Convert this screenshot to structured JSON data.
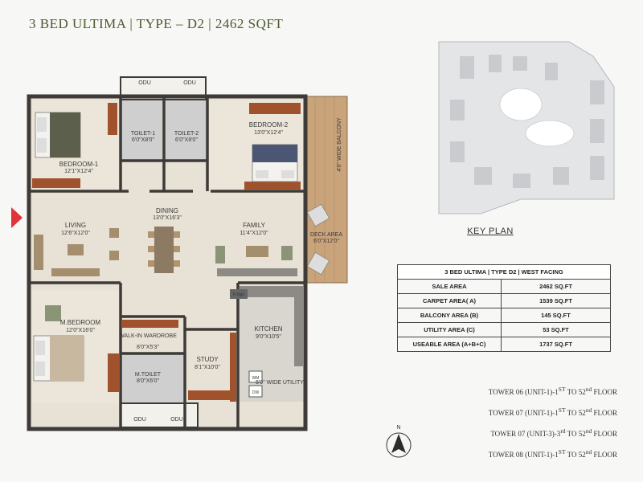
{
  "title": "3 BED ULTIMA | TYPE – D2 | 2462 SQFT",
  "rooms": {
    "bedroom1": {
      "name": "BEDROOM-1",
      "size": "12'1\"X12'4\""
    },
    "toilet1": {
      "name": "TOILET-1",
      "size": "6'0\"X8'0\""
    },
    "toilet2": {
      "name": "TOILET-2",
      "size": "6'0\"X8'0\""
    },
    "bedroom2": {
      "name": "BEDROOM-2",
      "size": "13'0\"X12'4\""
    },
    "balcony": "4'0\" WIDE BALCONY",
    "dining": {
      "name": "DINING",
      "size": "13'0\"X16'3\""
    },
    "living": {
      "name": "LIVING",
      "size": "12'6\"X12'0\""
    },
    "family": {
      "name": "FAMILY",
      "size": "11'4\"X12'0\""
    },
    "deck": {
      "name": "DECK AREA",
      "size": "6'0\"X12'0\""
    },
    "mbedroom": {
      "name": "M.BEDROOM",
      "size": "12'0\"X16'0\""
    },
    "wardrobe": {
      "name": "WALK-IN WARDROBE",
      "size": "8'0\"X5'3\""
    },
    "mtoilet": {
      "name": "M.TOILET",
      "size": "8'0\"X6'0\""
    },
    "study": {
      "name": "STUDY",
      "size": "8'1\"X10'0\""
    },
    "kitchen": {
      "name": "KITCHEN",
      "size": "9'0\"X10'5\""
    },
    "utility": {
      "name": "5'0\" WIDE UTILITY"
    },
    "odu": "ODU",
    "fridge": "Fridge",
    "wm": "WM",
    "dw": "DW"
  },
  "key_plan_title": "KEY PLAN",
  "area_table": {
    "header": "3 BED ULTIMA | TYPE D2 | WEST FACING",
    "rows": [
      {
        "label": "SALE AREA",
        "value": "2462 SQ.FT"
      },
      {
        "label": "CARPET AREA( A)",
        "value": "1539 SQ.FT"
      },
      {
        "label": "BALCONY AREA (B)",
        "value": "145 SQ.FT"
      },
      {
        "label": "UTILITY AREA (C)",
        "value": "53 SQ.FT"
      },
      {
        "label": "USEABLE AREA (A+B+C)",
        "value": "1737 SQ.FT"
      }
    ]
  },
  "towers": [
    {
      "pre": "TOWER 06 (UNIT-1)-1",
      "s1": "ST",
      "mid": " TO 52",
      "s2": "nd",
      "post": " FLOOR"
    },
    {
      "pre": "TOWER 07 (UNIT-1)-1",
      "s1": "ST",
      "mid": " TO 52",
      "s2": "nd",
      "post": " FLOOR"
    },
    {
      "pre": "TOWER 07 (UNIT-3)-3",
      "s1": "rd",
      "mid": " TO 52",
      "s2": "nd",
      "post": " FLOOR"
    },
    {
      "pre": "TOWER 08 (UNIT-1)-1",
      "s1": "ST",
      "mid": " TO 52",
      "s2": "nd",
      "post": " FLOOR"
    }
  ],
  "compass_label": "N",
  "colors": {
    "wall": "#3d3a37",
    "floor": "#e8e2d6",
    "wood": "#a0522d",
    "accent": "#4a5a2e",
    "arrow": "#e0333a"
  }
}
